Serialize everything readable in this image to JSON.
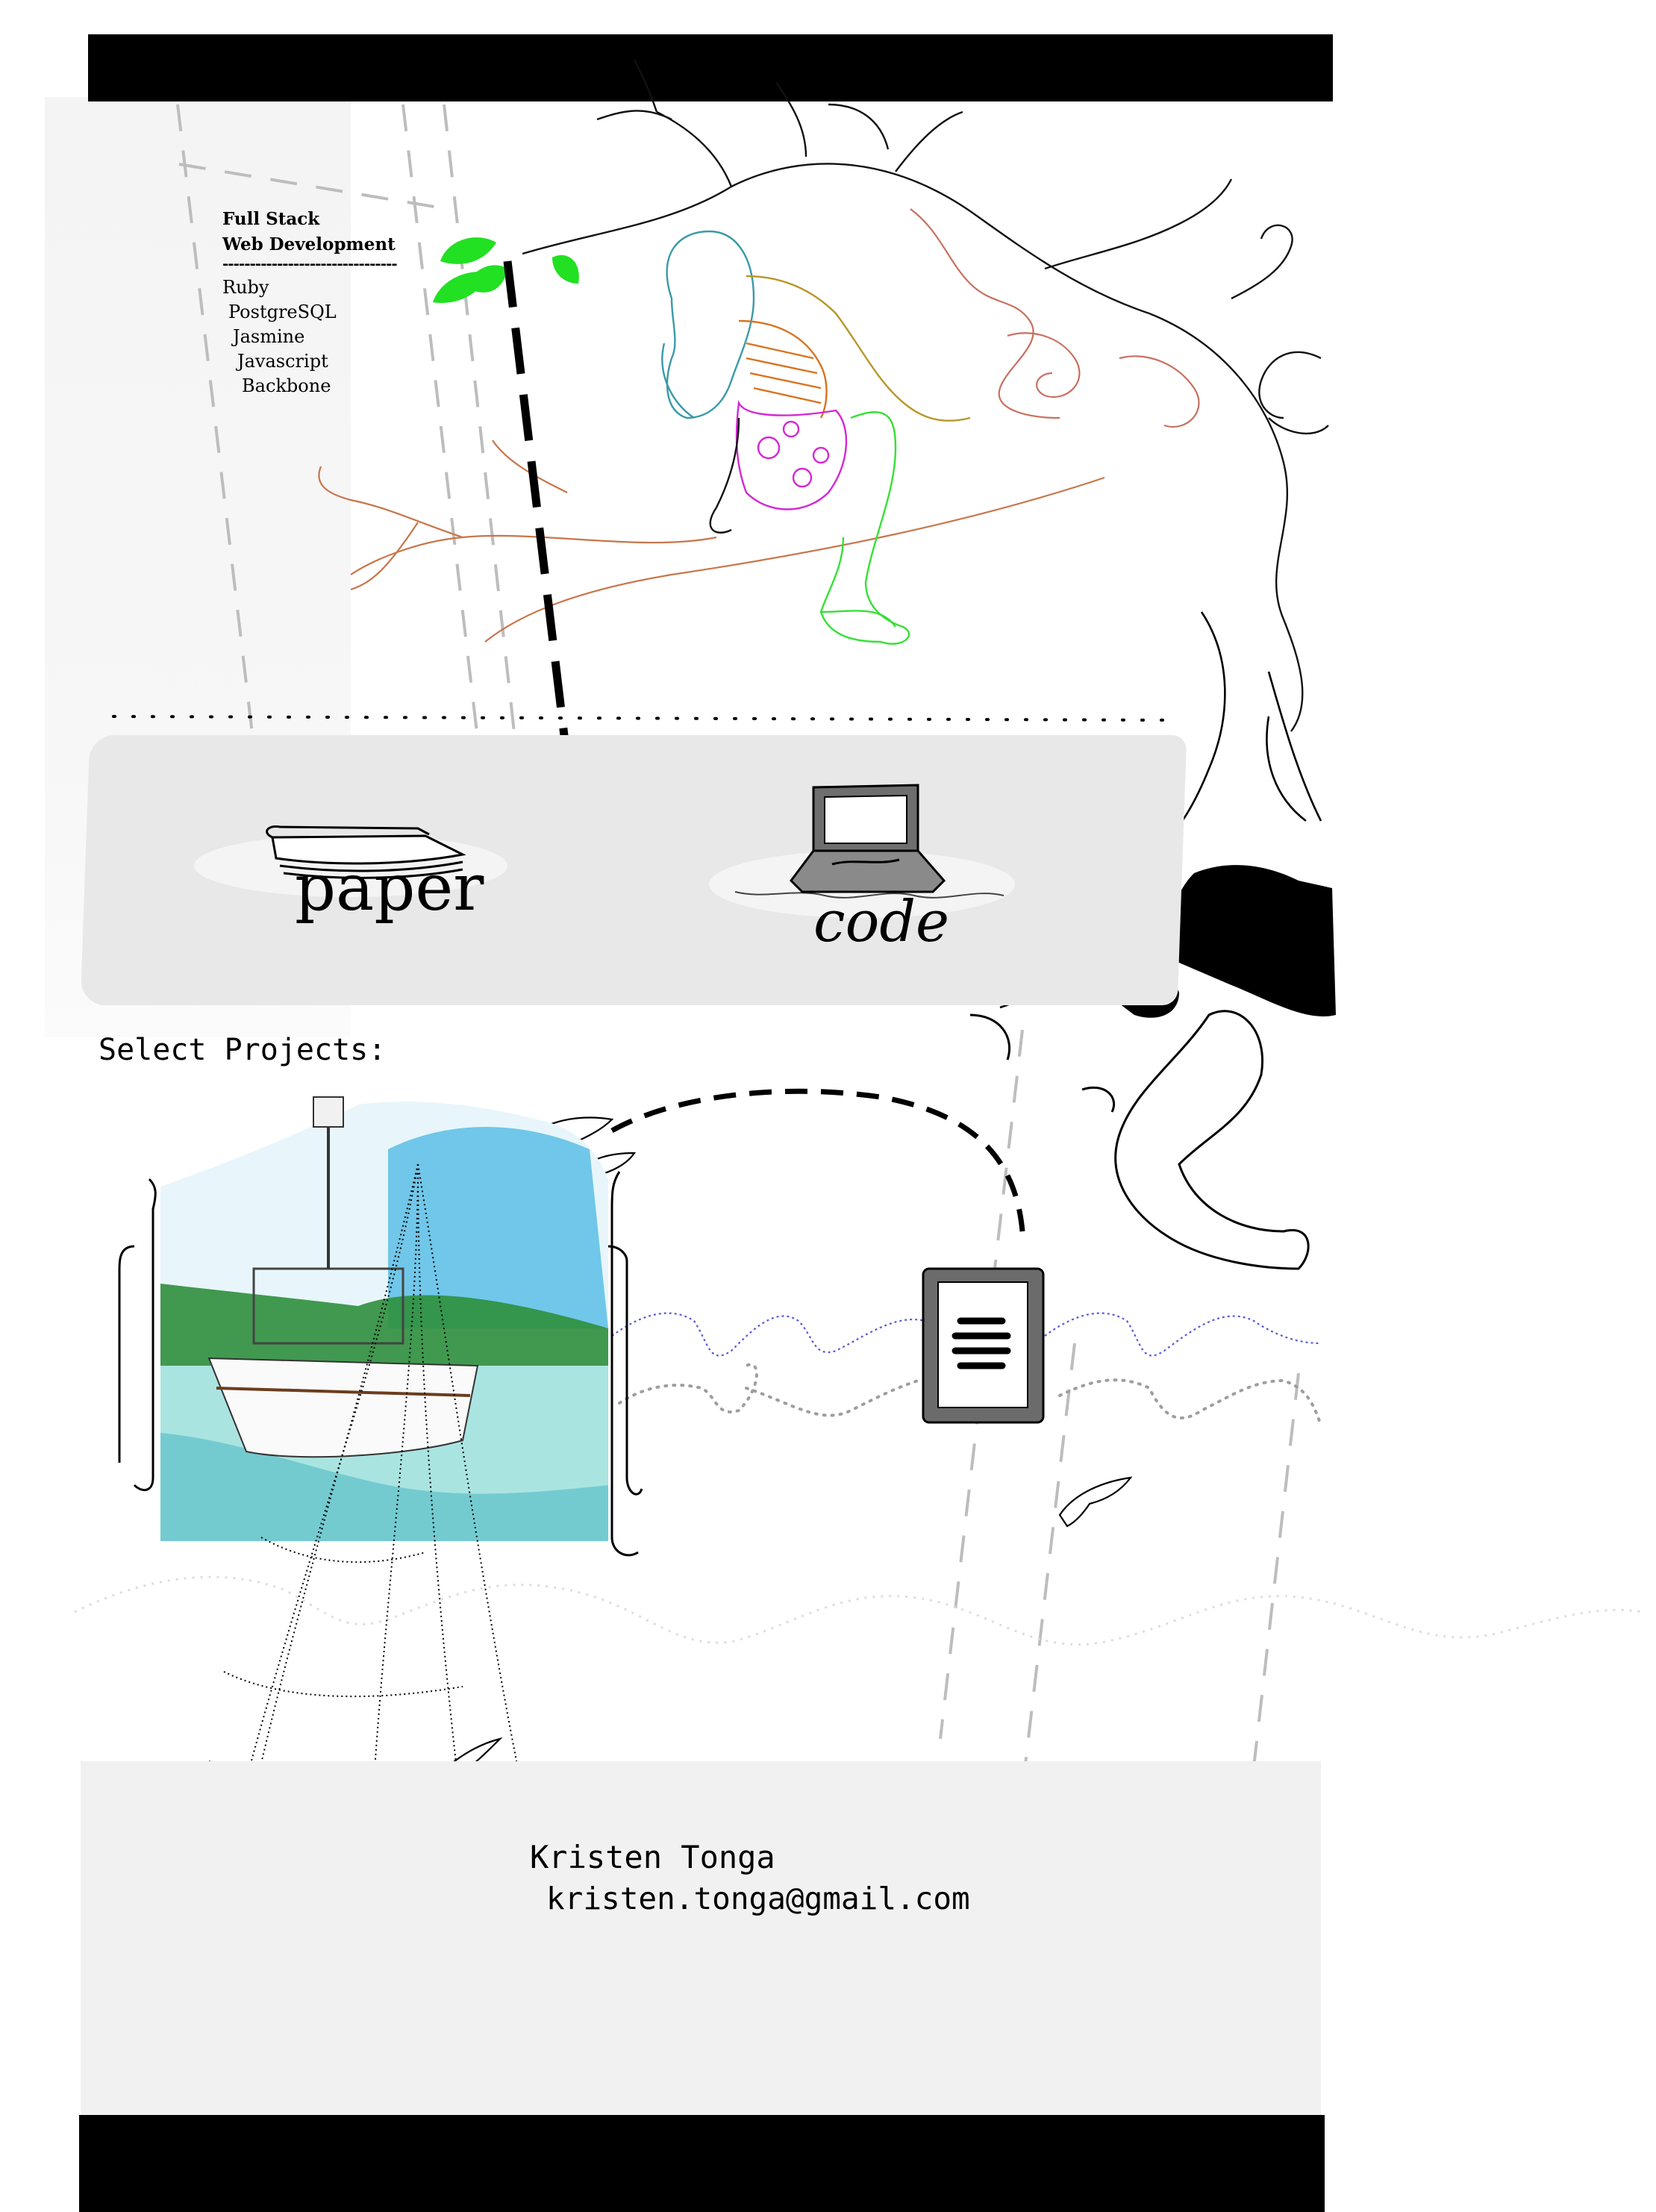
{
  "skills": {
    "heading_line1": "Full Stack",
    "heading_line2": "Web Development",
    "rule": "--------------------------------",
    "items": [
      "Ruby",
      "PostgreSQL",
      "Jasmine",
      "Javascript",
      "Backbone"
    ]
  },
  "nav": {
    "paper_label": "paper",
    "code_label": "code"
  },
  "projects": {
    "title": "Select Projects:"
  },
  "contact": {
    "name": "Kristen Tonga",
    "email": "kristen.tonga@gmail.com"
  },
  "colors": {
    "apple": "#f26b6b",
    "leaf": "#22e022",
    "water": "#2fb8e6",
    "panel": "#e8e8e8",
    "branch": "#c8764a",
    "dress": "#d428d4",
    "legs": "#36e036"
  },
  "icons": [
    "paper-stack-icon",
    "laptop-icon",
    "apple-icon",
    "leaf-icon",
    "tablet-icon",
    "dolphin-icon"
  ]
}
